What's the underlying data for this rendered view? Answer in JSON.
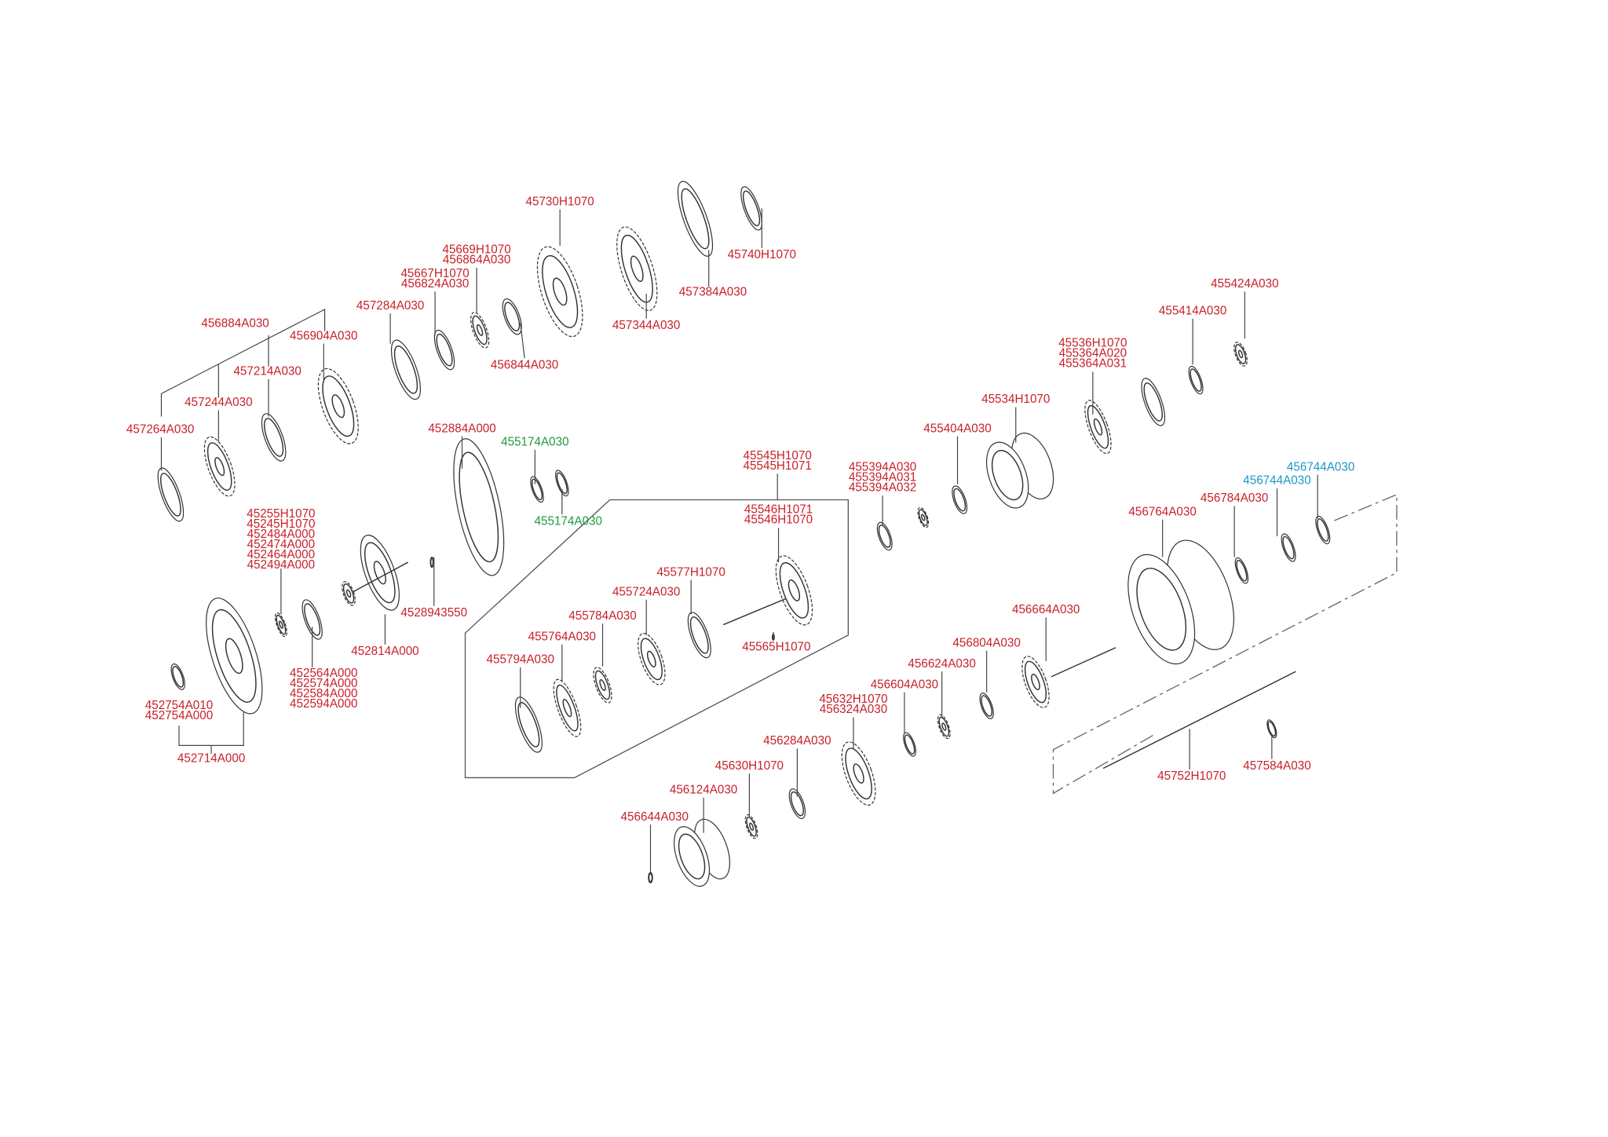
{
  "colors": {
    "red": "#c8202a",
    "green": "#1f9a3c",
    "blue": "#1c95c9"
  },
  "callouts": [
    {
      "lines": [
        "45730H1070"
      ],
      "color": "red"
    },
    {
      "lines": [
        "45740H1070"
      ],
      "color": "red"
    },
    {
      "lines": [
        "457384A030"
      ],
      "color": "red"
    },
    {
      "lines": [
        "457344A030"
      ],
      "color": "red"
    },
    {
      "lines": [
        "45669H1070",
        "456864A030"
      ],
      "color": "red"
    },
    {
      "lines": [
        "45667H1070",
        "456824A030"
      ],
      "color": "red"
    },
    {
      "lines": [
        "457284A030"
      ],
      "color": "red"
    },
    {
      "lines": [
        "456844A030"
      ],
      "color": "red"
    },
    {
      "lines": [
        "456884A030"
      ],
      "color": "red"
    },
    {
      "lines": [
        "456904A030"
      ],
      "color": "red"
    },
    {
      "lines": [
        "457214A030"
      ],
      "color": "red"
    },
    {
      "lines": [
        "457244A030"
      ],
      "color": "red"
    },
    {
      "lines": [
        "457264A030"
      ],
      "color": "red"
    },
    {
      "lines": [
        "452884A000"
      ],
      "color": "red"
    },
    {
      "lines": [
        "455174A030"
      ],
      "color": "green"
    },
    {
      "lines": [
        "455174A030"
      ],
      "color": "green"
    },
    {
      "lines": [
        "45255H1070",
        "45245H1070",
        "452484A000",
        "452474A000",
        "452464A000",
        "452494A000"
      ],
      "color": "red"
    },
    {
      "lines": [
        "4528943550"
      ],
      "color": "red"
    },
    {
      "lines": [
        "452814A000"
      ],
      "color": "red"
    },
    {
      "lines": [
        "452564A000",
        "452574A000",
        "452584A000",
        "452594A000"
      ],
      "color": "red"
    },
    {
      "lines": [
        "452754A010",
        "452754A000"
      ],
      "color": "red"
    },
    {
      "lines": [
        "452714A000"
      ],
      "color": "red"
    },
    {
      "lines": [
        "45545H1070",
        "45545H1071"
      ],
      "color": "red"
    },
    {
      "lines": [
        "45546H1071",
        "45546H1070"
      ],
      "color": "red"
    },
    {
      "lines": [
        "45577H1070"
      ],
      "color": "red"
    },
    {
      "lines": [
        "455724A030"
      ],
      "color": "red"
    },
    {
      "lines": [
        "455784A030"
      ],
      "color": "red"
    },
    {
      "lines": [
        "455764A030"
      ],
      "color": "red"
    },
    {
      "lines": [
        "455794A030"
      ],
      "color": "red"
    },
    {
      "lines": [
        "45565H1070"
      ],
      "color": "red"
    },
    {
      "lines": [
        "455394A030",
        "455394A031",
        "455394A032"
      ],
      "color": "red"
    },
    {
      "lines": [
        "455404A030"
      ],
      "color": "red"
    },
    {
      "lines": [
        "45534H1070"
      ],
      "color": "red"
    },
    {
      "lines": [
        "45536H1070",
        "455364A020",
        "455364A031"
      ],
      "color": "red"
    },
    {
      "lines": [
        "455414A030"
      ],
      "color": "red"
    },
    {
      "lines": [
        "455424A030"
      ],
      "color": "red"
    },
    {
      "lines": [
        "456744A030"
      ],
      "color": "blue"
    },
    {
      "lines": [
        "456744A030"
      ],
      "color": "blue"
    },
    {
      "lines": [
        "456784A030"
      ],
      "color": "red"
    },
    {
      "lines": [
        "456764A030"
      ],
      "color": "red"
    },
    {
      "lines": [
        "456664A030"
      ],
      "color": "red"
    },
    {
      "lines": [
        "456804A030"
      ],
      "color": "red"
    },
    {
      "lines": [
        "456624A030"
      ],
      "color": "red"
    },
    {
      "lines": [
        "456604A030"
      ],
      "color": "red"
    },
    {
      "lines": [
        "45632H1070",
        "456324A030"
      ],
      "color": "red"
    },
    {
      "lines": [
        "456284A030"
      ],
      "color": "red"
    },
    {
      "lines": [
        "45630H1070"
      ],
      "color": "red"
    },
    {
      "lines": [
        "456124A030"
      ],
      "color": "red"
    },
    {
      "lines": [
        "456644A030"
      ],
      "color": "red"
    },
    {
      "lines": [
        "45752H1070"
      ],
      "color": "red"
    },
    {
      "lines": [
        "457584A030"
      ],
      "color": "red"
    }
  ]
}
